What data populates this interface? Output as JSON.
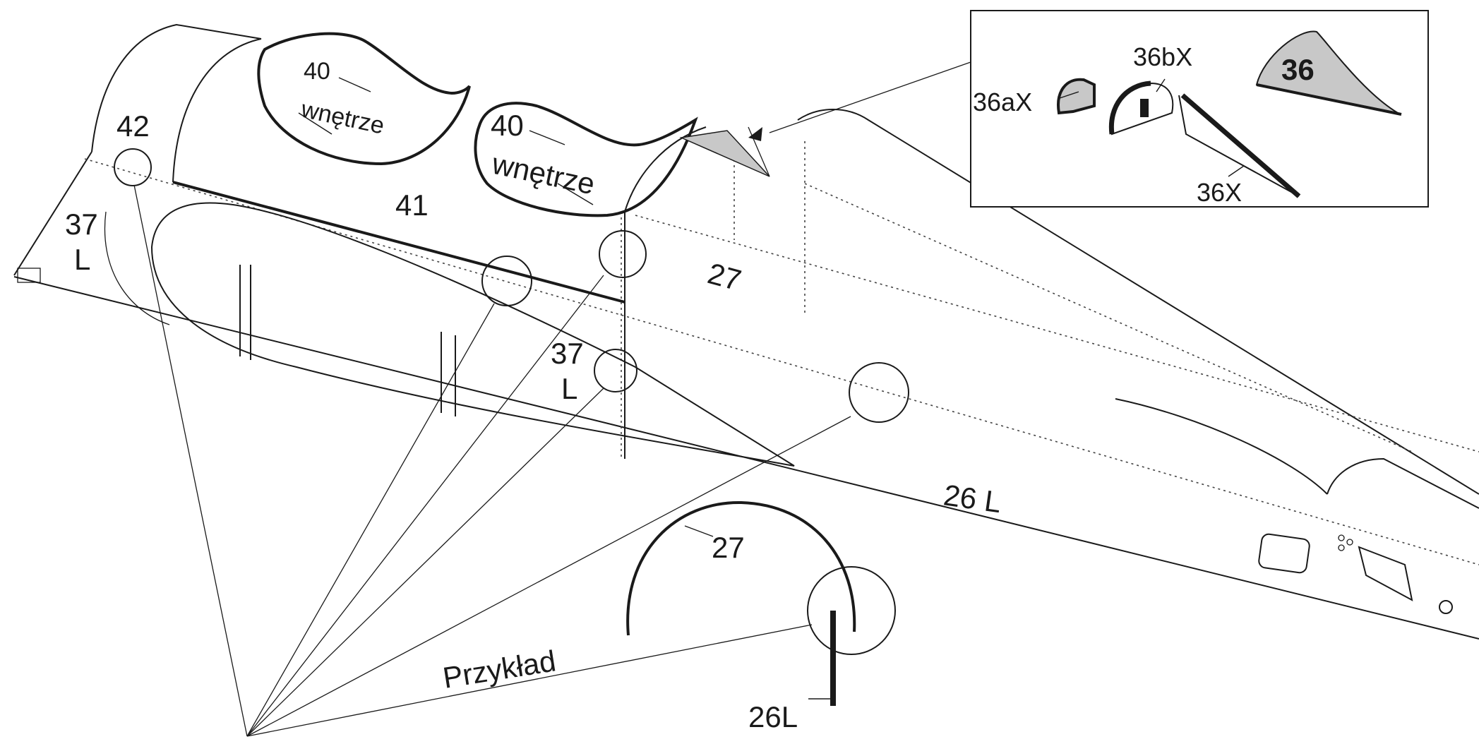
{
  "labels": {
    "p42": "42",
    "p40a": "40",
    "wnetrze_a": "wnętrze",
    "p40b": "40",
    "wnetrze_b": "wnętrze",
    "p41": "41",
    "p37l_left_num": "37",
    "p37l_left_l": "L",
    "p27_main": "27",
    "p37l_mid_num": "37",
    "p37l_mid_l": "L",
    "p26l_main": "26 L",
    "p27_detail": "27",
    "p26l_detail": "26L",
    "przyklad": "Przykład"
  },
  "inset": {
    "p36ax": "36aX",
    "p36bx": "36bX",
    "p36": "36",
    "p36x": "36X"
  },
  "colors": {
    "line": "#1a1a1a",
    "fill_gray": "#c8c8c8",
    "background": "#ffffff"
  }
}
